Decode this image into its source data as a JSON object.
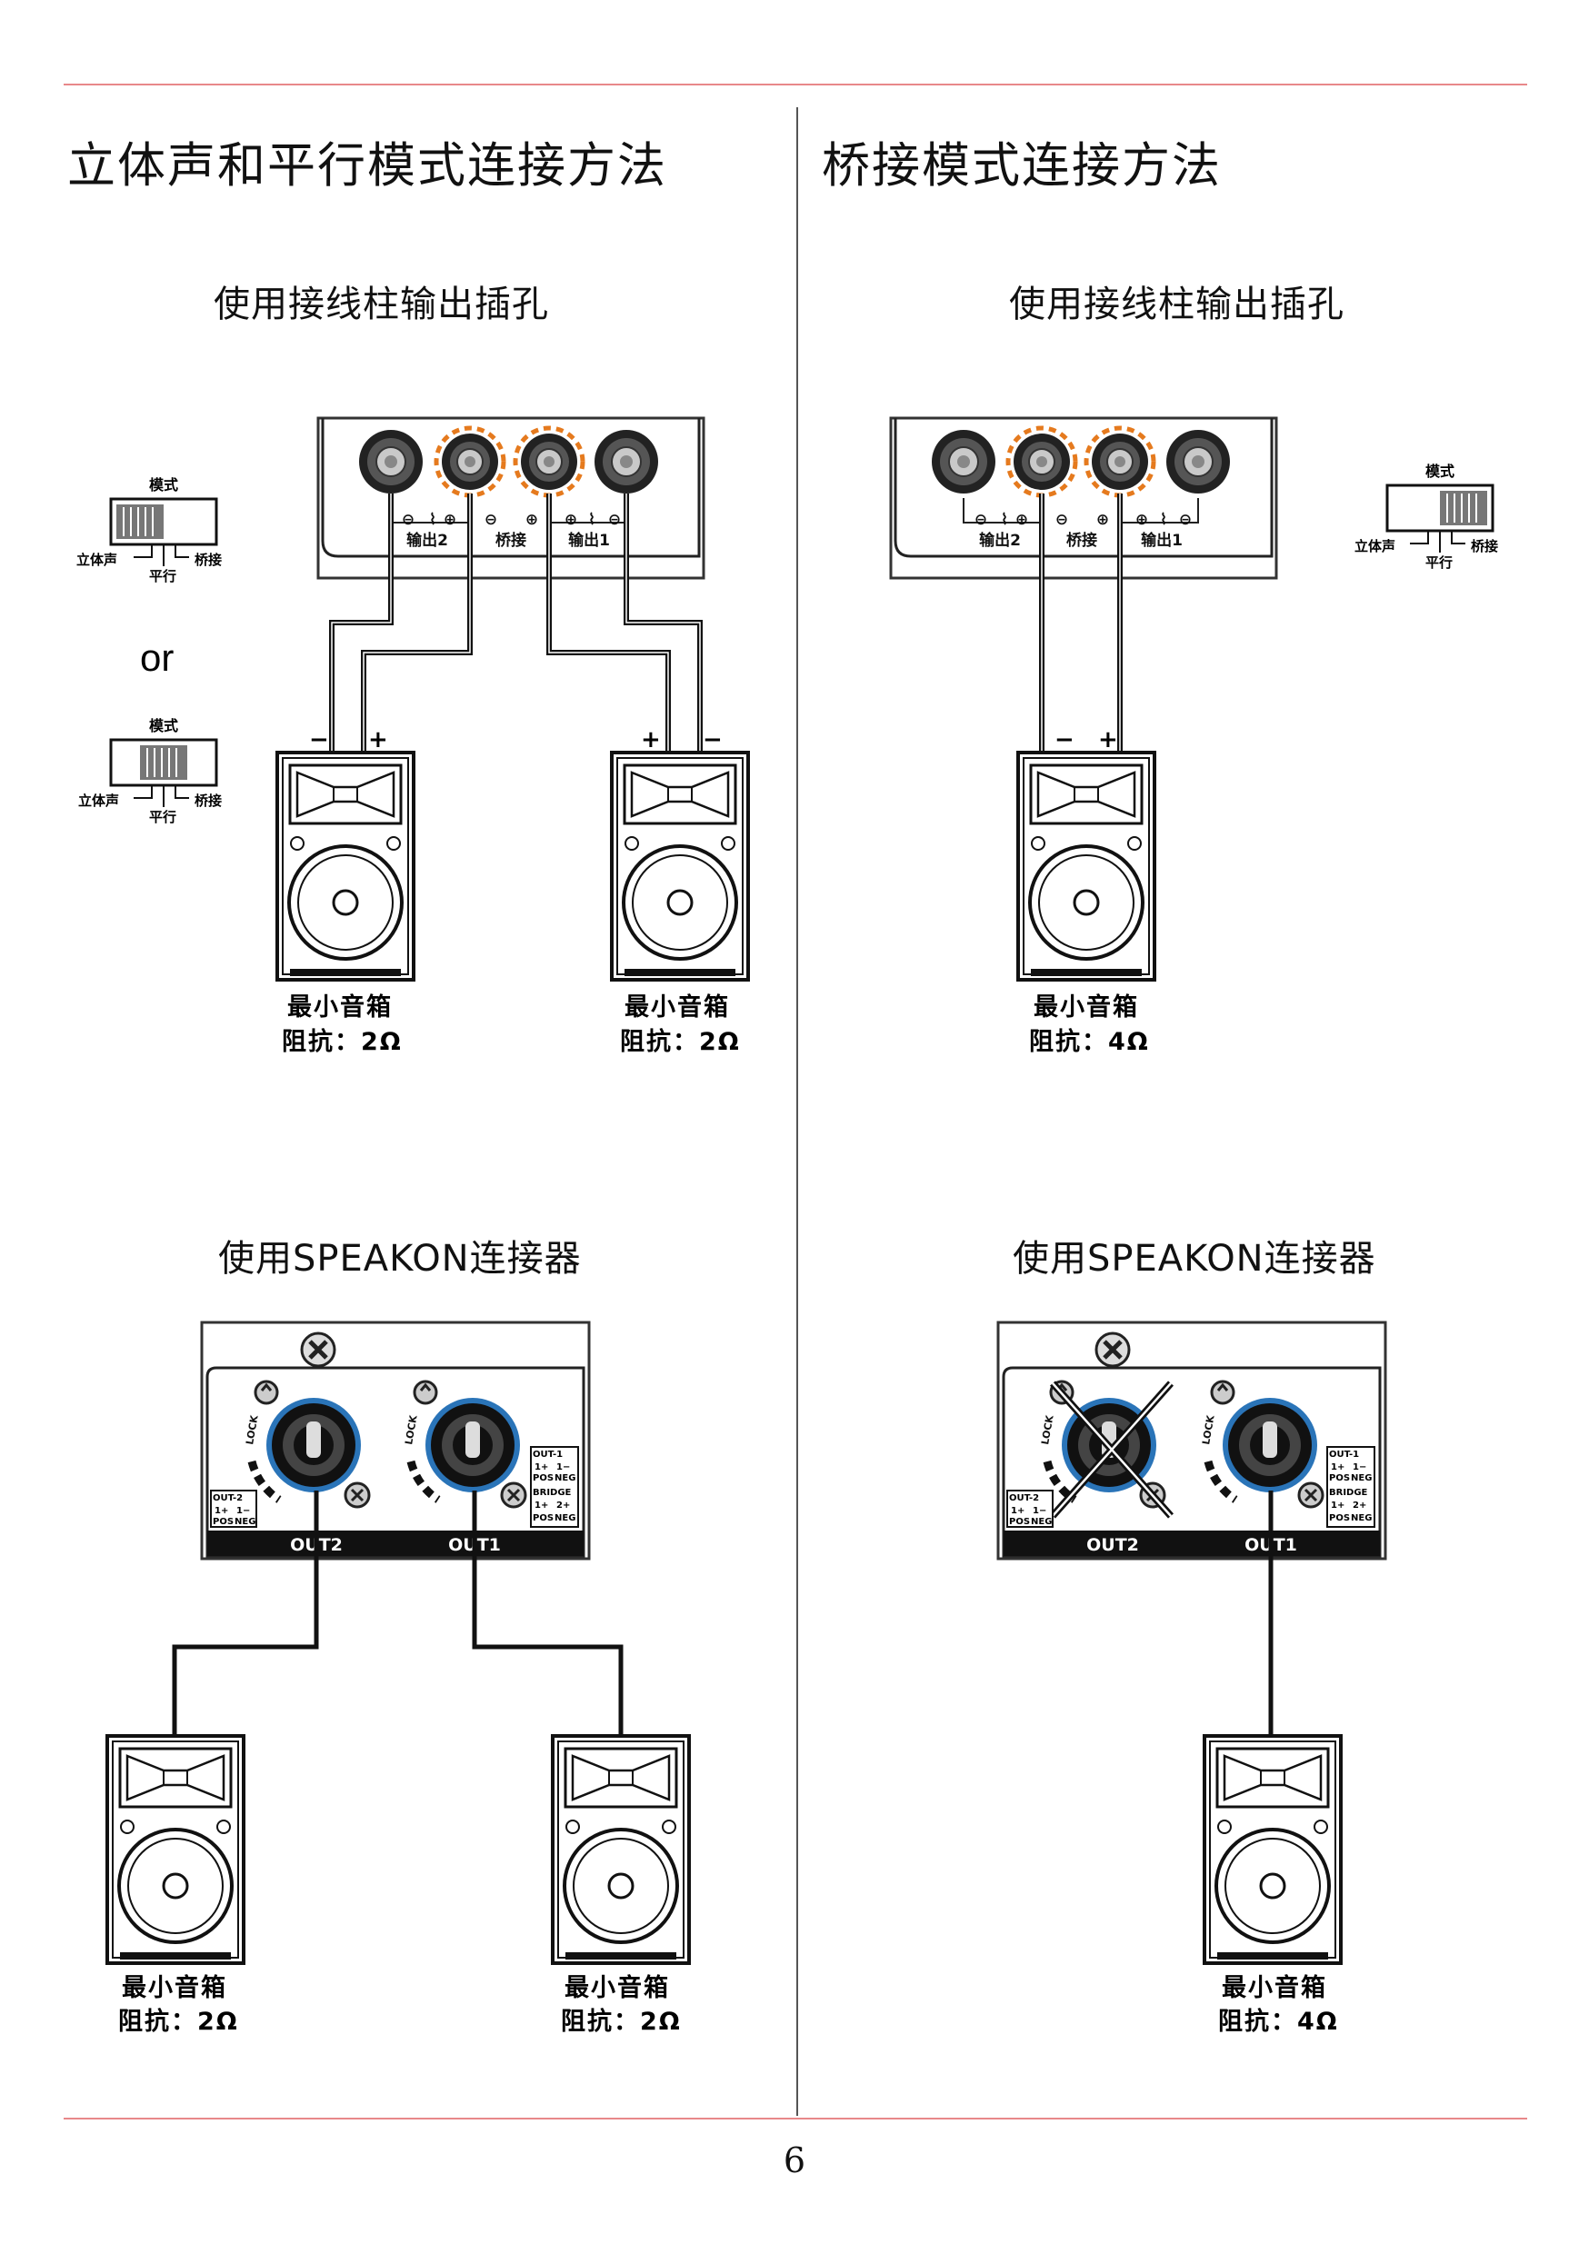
{
  "left": {
    "title": "立体声和平行模式连接方法",
    "terminal_heading": "使用接线柱输出插孔",
    "speakon_heading": "使用SPEAKON连接器",
    "mode_switch": {
      "label": "模式",
      "stereo": "立体声",
      "parallel": "平行",
      "bridge": "桥接"
    },
    "or_text": "or",
    "panel_labels": {
      "out2": "输出2",
      "bridge": "桥接",
      "out1": "输出1"
    },
    "speakers": [
      {
        "line1": "最小音箱",
        "line2": "阻抗：2Ω"
      },
      {
        "line1": "最小音箱",
        "line2": "阻抗：2Ω"
      }
    ],
    "speakon_speakers": [
      {
        "line1": "最小音箱",
        "line2": "阻抗：2Ω"
      },
      {
        "line1": "最小音箱",
        "line2": "阻抗：2Ω"
      }
    ]
  },
  "right": {
    "title": "桥接模式连接方法",
    "terminal_heading": "使用接线柱输出插孔",
    "speakon_heading": "使用SPEAKON连接器",
    "mode_switch": {
      "label": "模式",
      "stereo": "立体声",
      "parallel": "平行",
      "bridge": "桥接"
    },
    "panel_labels": {
      "out2": "输出2",
      "bridge": "桥接",
      "out1": "输出1"
    },
    "speaker": {
      "line1": "最小音箱",
      "line2": "阻抗：4Ω"
    },
    "speakon_speaker": {
      "line1": "最小音箱",
      "line2": "阻抗：4Ω"
    }
  },
  "speakon_panel": {
    "out2": "OUT2",
    "out1": "OUT1",
    "lock": "LOCK",
    "out1_box": "OUT-1",
    "bridge_box": "BRIDGE",
    "out2_box": "OUT-2",
    "p1": "1+",
    "m1": "1−",
    "p2": "2+",
    "pos": "POS",
    "neg": "NEG"
  },
  "polarity": {
    "minus": "−",
    "plus": "+"
  },
  "page_number": "6",
  "colors": {
    "rule": "#e8888a",
    "accent": "#e57a1e"
  }
}
